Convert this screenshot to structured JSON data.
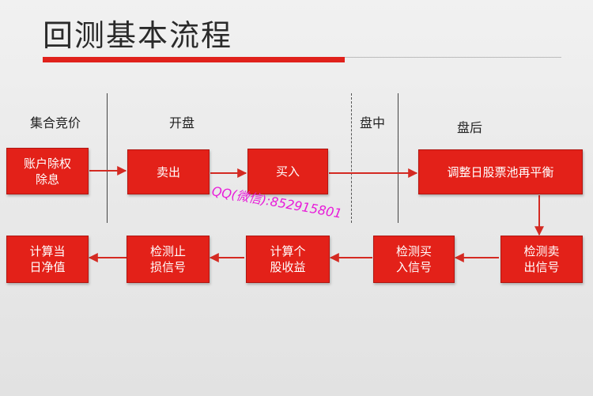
{
  "title": "回测基本流程",
  "phases": {
    "auction": "集合竞价",
    "open": "开盘",
    "mid": "盘中",
    "after": "盘后"
  },
  "steps": {
    "account_adjust": [
      "账户除权",
      "除息"
    ],
    "sell": [
      "卖出"
    ],
    "buy": [
      "买入"
    ],
    "rebalance": [
      "调整日股票池再平衡"
    ],
    "detect_sell": [
      "检测卖",
      "出信号"
    ],
    "detect_buy": [
      "检测买",
      "入信号"
    ],
    "calc_stock_return": [
      "计算个",
      "股收益"
    ],
    "detect_stop_loss": [
      "检测止",
      "损信号"
    ],
    "calc_nav": [
      "计算当",
      "日净值"
    ]
  },
  "watermark": "QQ(微信):852915801",
  "colors": {
    "accent": "#e0211b",
    "box": "#e32119",
    "watermark": "#e81bd9"
  }
}
